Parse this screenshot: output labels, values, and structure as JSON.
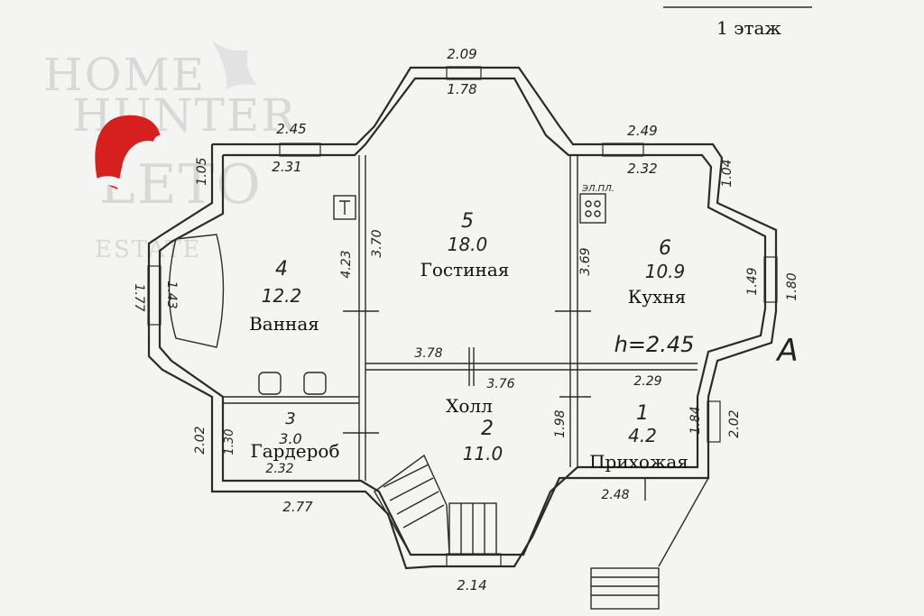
{
  "floor_label": "1 этаж",
  "watermark": {
    "line1": "HOME",
    "line2": "HUNTER",
    "line3": "LETO",
    "line4": "ESTATE"
  },
  "rooms": [
    {
      "number": "4",
      "area": "12.2",
      "name": "Ванная"
    },
    {
      "number": "5",
      "area": "18.0",
      "name": "Гостиная"
    },
    {
      "number": "6",
      "area": "10.9",
      "name": "Кухня"
    },
    {
      "number": "3",
      "area": "3.0",
      "name": "Гардероб"
    },
    {
      "number": "2",
      "area": "11.0",
      "name": "Холл"
    },
    {
      "number": "1",
      "area": "4.2",
      "name": "Прихожая"
    }
  ],
  "dimensions": {
    "top_center": "2.09",
    "top_center_inner": "1.78",
    "bath_top": "2.45",
    "bath_top_inner": "2.31",
    "bath_diag": "1.05",
    "bath_left": "1.77",
    "bath_left_inner": "1.43",
    "bath_right": "4.23",
    "living_left": "3.70",
    "living_right": "3.69",
    "kitchen_top": "2.49",
    "kitchen_top_inner": "2.32",
    "kitchen_diag": "1.04",
    "kitchen_right_inner": "1.49",
    "kitchen_right": "1.80",
    "hall_top_left": "3.78",
    "hall_top_right": "3.76",
    "wardrobe_left": "2.02",
    "wardrobe_inner": "1.30",
    "wardrobe_bottom": "2.32",
    "bottom_left": "2.77",
    "bottom_center": "2.14",
    "hall_right": "1.98",
    "entry_top": "2.29",
    "entry_right_inner": "1.84",
    "entry_right": "2.02",
    "entry_bottom": "2.48",
    "ceiling_height": "h=2.45"
  },
  "stove_label": "ЭЛ.ПЛ.",
  "north_marker": "A"
}
